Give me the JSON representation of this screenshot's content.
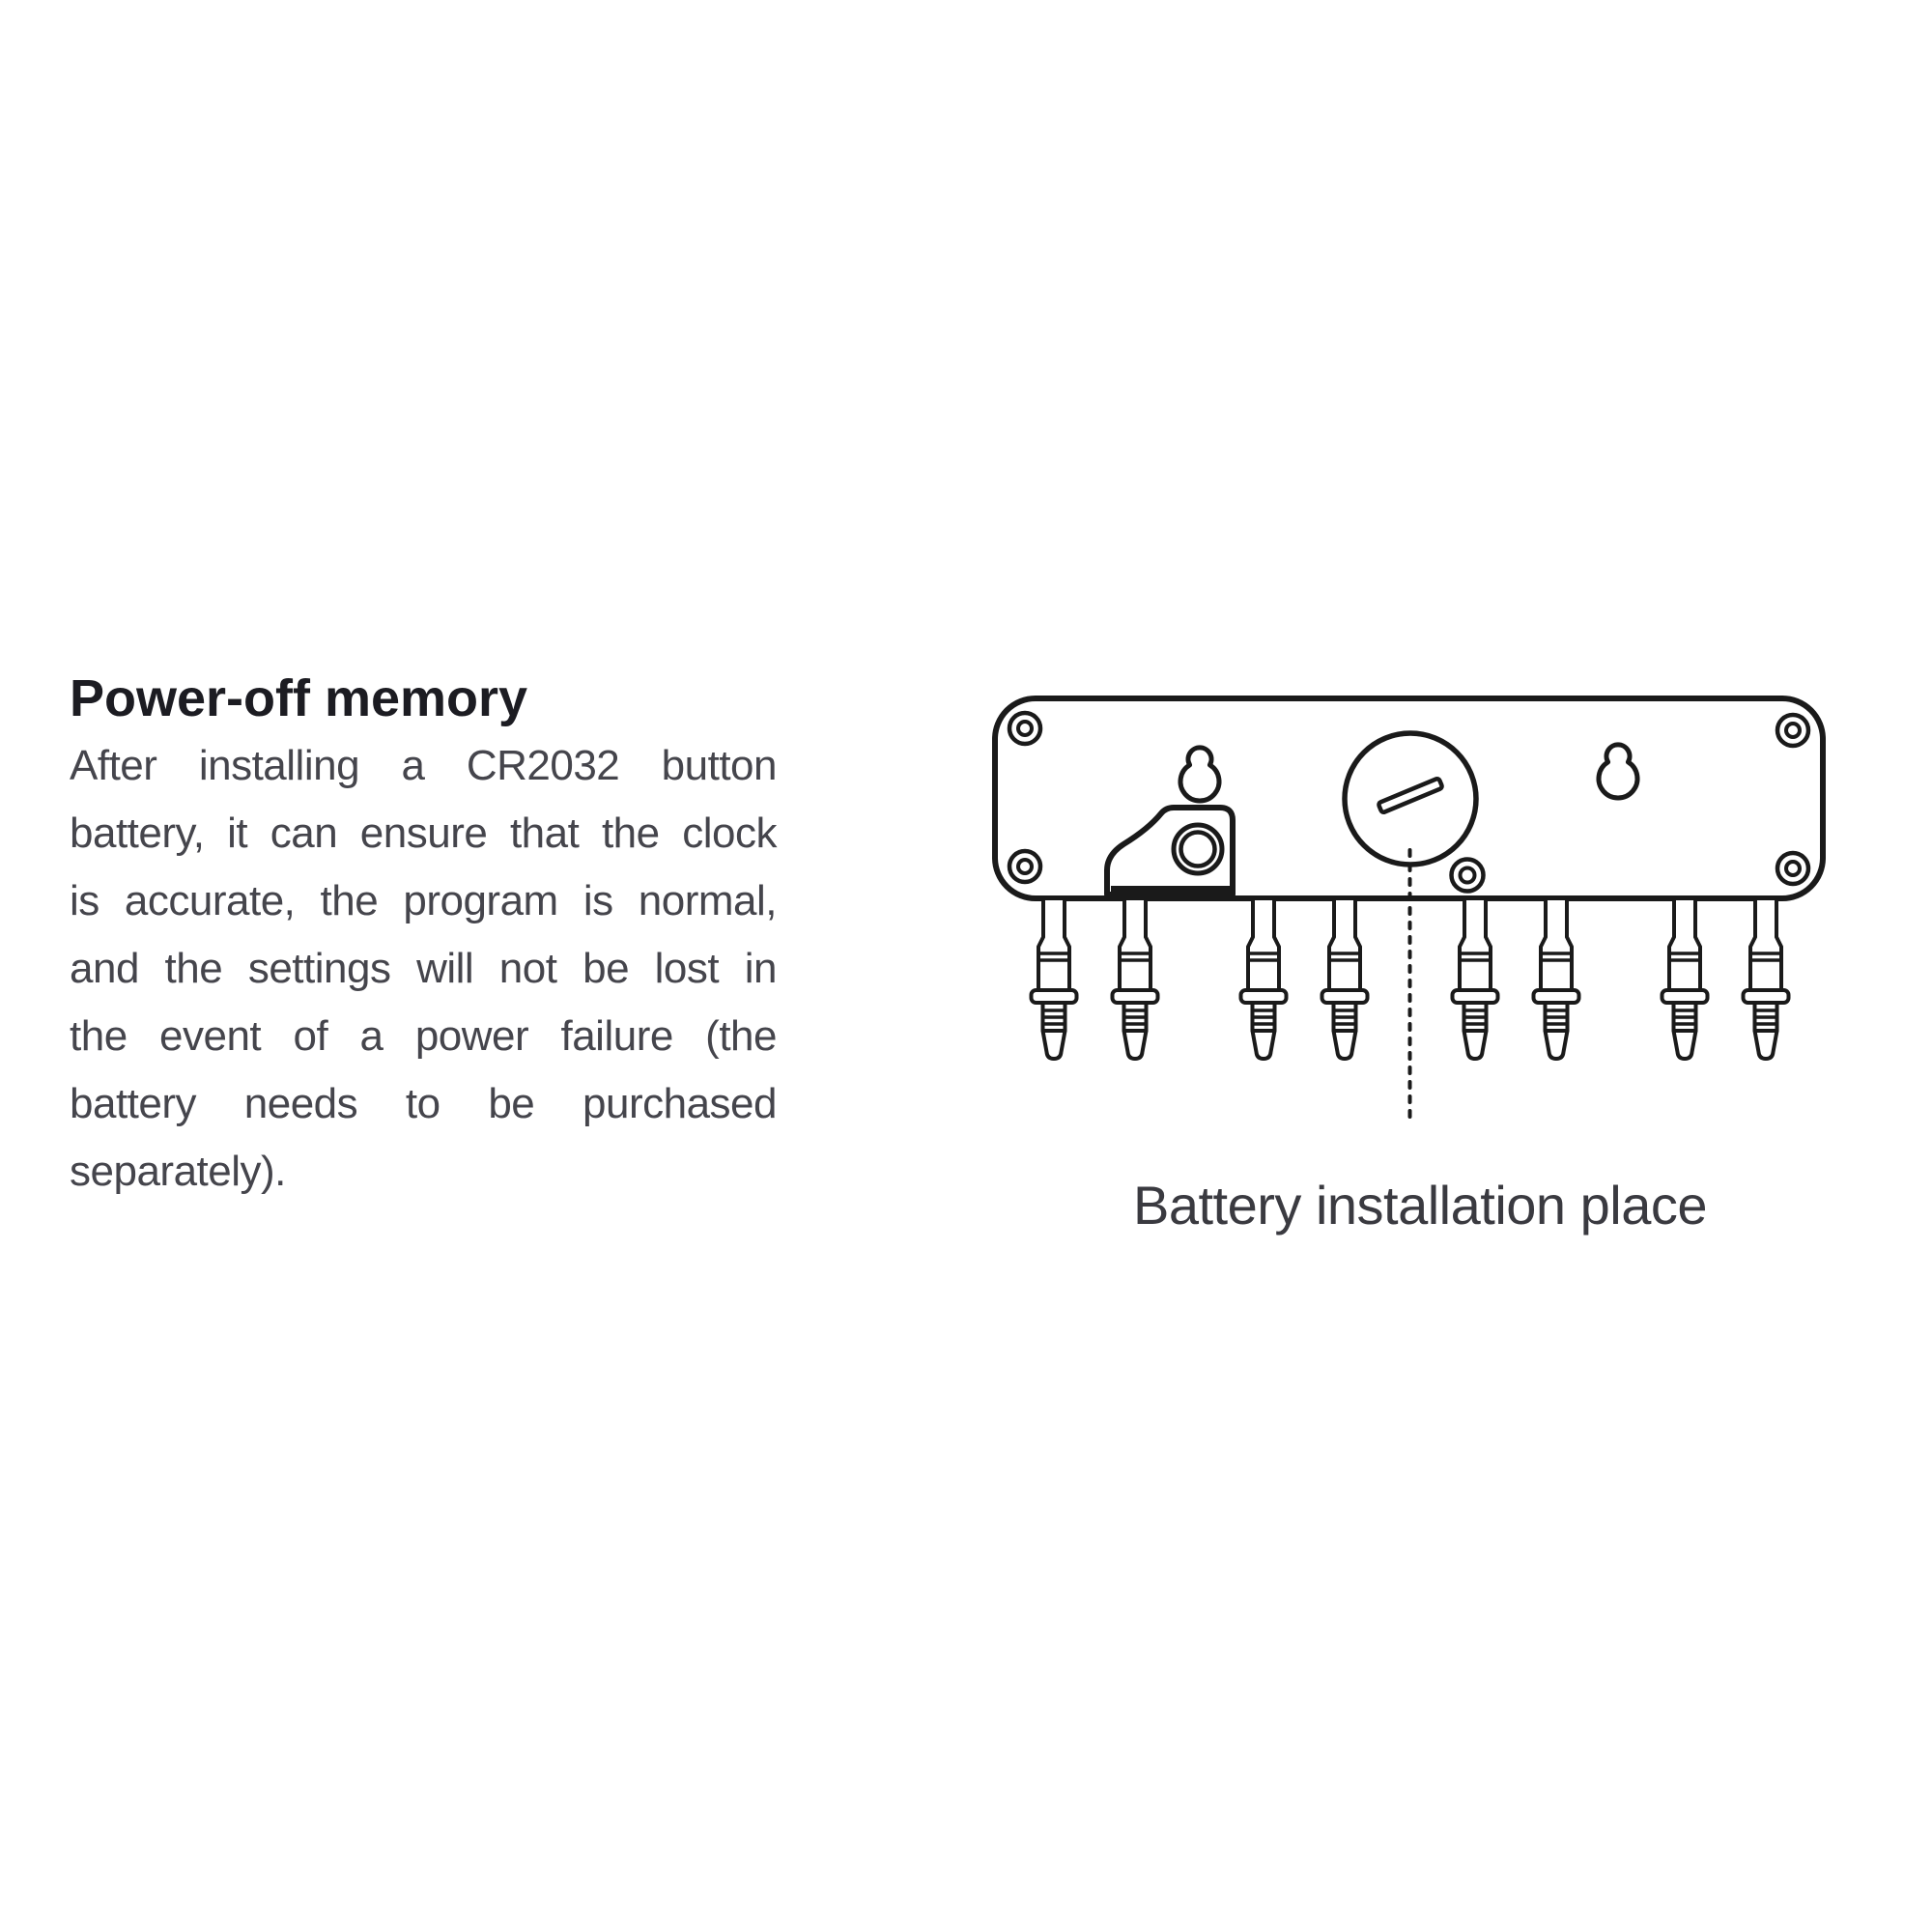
{
  "page": {
    "background_color": "#ffffff",
    "ink_color": "#1a1a1a",
    "body_text_color": "#45454c",
    "heading_text_color": "#1c1c22"
  },
  "article": {
    "heading": "Power-off memory",
    "lines": [
      "After installing a CR2032 button",
      "battery, it can ensure that the clock",
      "is accurate, the program is normal,",
      "and the settings will not be lost in",
      "the event of a power failure (the",
      "battery needs to be purchased",
      "separately)."
    ]
  },
  "diagram": {
    "caption": "Battery installation place",
    "connector_count": 8,
    "parts": [
      "device-back-panel",
      "corner-screw",
      "wall-mount-keyhole",
      "mounting-bracket",
      "battery-cover",
      "battery-cover-slot",
      "hose-barb-connector",
      "callout-dashed-line"
    ]
  }
}
